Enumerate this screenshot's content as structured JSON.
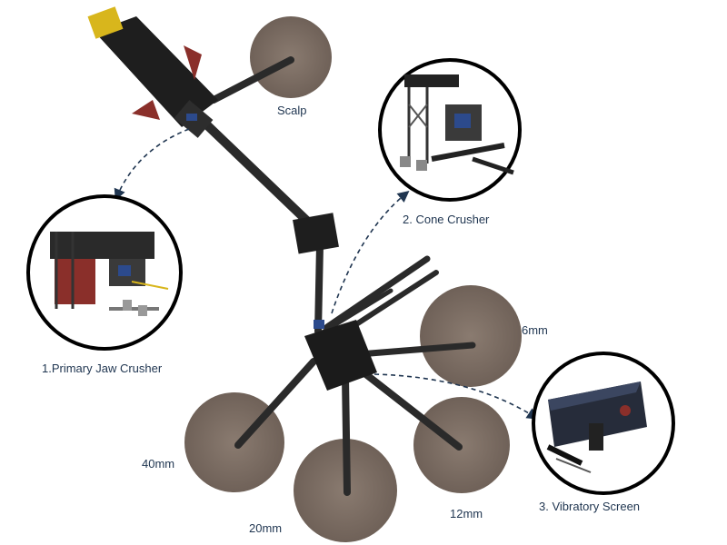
{
  "labels": {
    "scalp": "Scalp",
    "cone_crusher": "2. Cone Crusher",
    "primary_jaw_crusher": "1.Primary Jaw Crusher",
    "vibratory_screen": "3. Vibratory Screen",
    "size_6mm": "6mm",
    "size_40mm": "40mm",
    "size_20mm": "20mm",
    "size_12mm": "12mm"
  },
  "colors": {
    "stockpile": "#7b6c62",
    "conveyor": "#2a2a2a",
    "label_text": "#1f3550",
    "arrow": "#1f3550",
    "accent_yellow": "#d8b61c",
    "accent_red": "#8a2f2a"
  }
}
